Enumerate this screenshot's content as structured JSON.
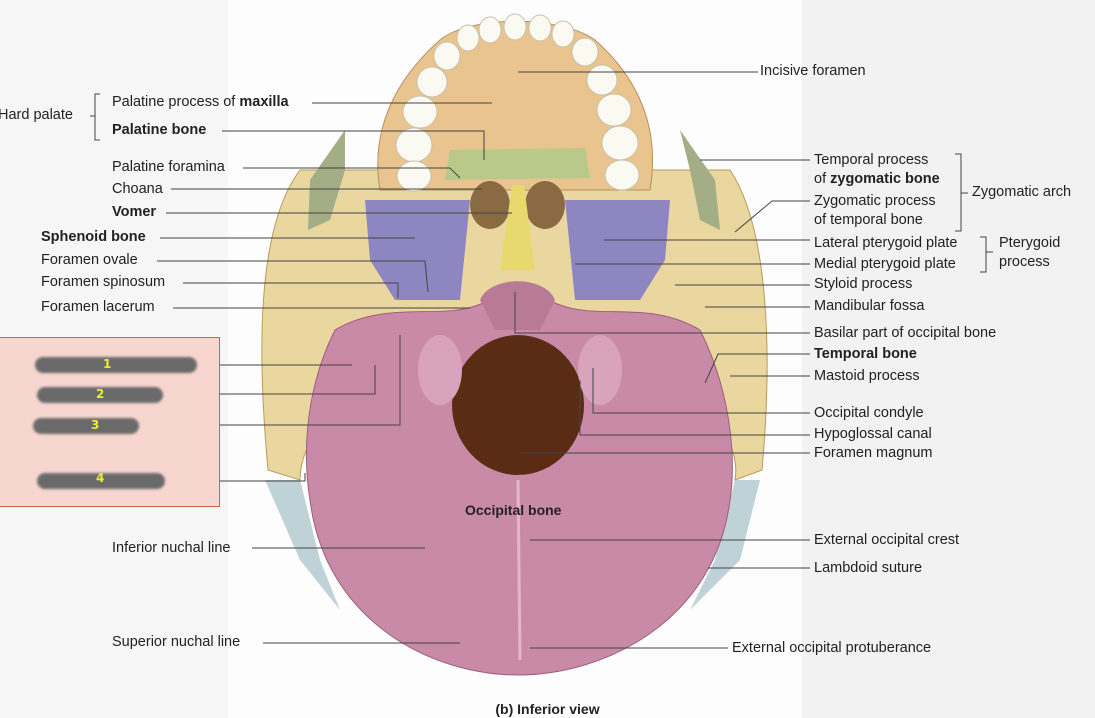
{
  "labels": {
    "incisive_foramen": "Incisive foramen",
    "hard_palate": "Hard palate",
    "palatine_process_pre": "Palatine process of ",
    "palatine_process_bold": "maxilla",
    "palatine_bone": "Palatine bone",
    "palatine_foramina": "Palatine foramina",
    "choana": "Choana",
    "vomer": "Vomer",
    "sphenoid_bone": "Sphenoid bone",
    "foramen_ovale": "Foramen ovale",
    "foramen_spinosum": "Foramen spinosum",
    "foramen_lacerum": "Foramen lacerum",
    "temporal_process_1": "Temporal process",
    "temporal_process_2_pre": "of ",
    "temporal_process_2_bold": "zygomatic bone",
    "zygomatic_process_1": "Zygomatic process",
    "zygomatic_process_2": "of temporal bone",
    "zygomatic_arch": "Zygomatic arch",
    "lateral_pterygoid": "Lateral pterygoid plate",
    "medial_pterygoid": "Medial pterygoid plate",
    "pterygoid_1": "Pterygoid",
    "pterygoid_2": "process",
    "styloid": "Styloid process",
    "mandibular_fossa": "Mandibular fossa",
    "basilar_part": "Basilar part of occipital bone",
    "temporal_bone": "Temporal bone",
    "mastoid": "Mastoid process",
    "occipital_condyle": "Occipital condyle",
    "hypoglossal": "Hypoglossal canal",
    "foramen_magnum": "Foramen magnum",
    "occipital_bone": "Occipital bone",
    "ext_occ_crest": "External occipital crest",
    "lambdoid": "Lambdoid suture",
    "inf_nuchal": "Inferior nuchal line",
    "sup_nuchal": "Superior nuchal line",
    "ext_occ_prot": "External occipital protuberance",
    "caption": "(b) Inferior view"
  },
  "quiz_numbers": [
    "1",
    "2",
    "3",
    "4"
  ],
  "colors": {
    "occipital": "#c98aa8",
    "temporal": "#ead7a0",
    "maxilla": "#e9c48f",
    "palatine": "#b8c98a",
    "sphenoid": "#8e86c0",
    "zygomatic": "#a3ad86",
    "vomer": "#e7d96e",
    "parietal": "#bfd2d8",
    "quiz_box": "#f7d6cf",
    "quiz_border": "#c9624e",
    "number_color": "#e8ef30"
  }
}
